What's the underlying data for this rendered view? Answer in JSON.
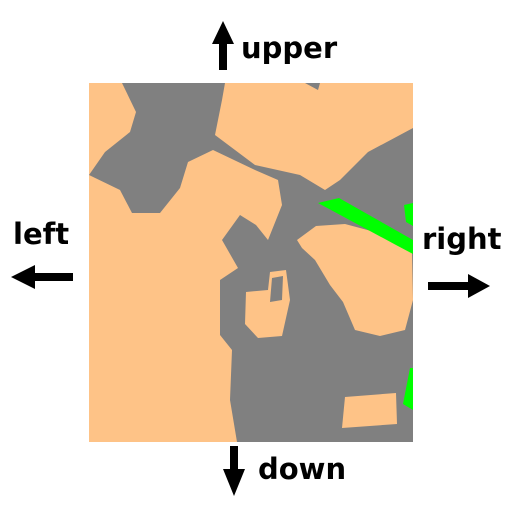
{
  "directions": {
    "upper": "upper",
    "left": "left",
    "right": "right",
    "down": "down"
  },
  "colors": {
    "land": "#fec387",
    "terrain": "#808080",
    "highlight": "#00ff00",
    "arrow": "#000000",
    "background": "#ffffff"
  },
  "icons": {
    "upper": "arrow-up-icon",
    "left": "arrow-left-icon",
    "right": "arrow-right-icon",
    "down": "arrow-down-icon"
  }
}
